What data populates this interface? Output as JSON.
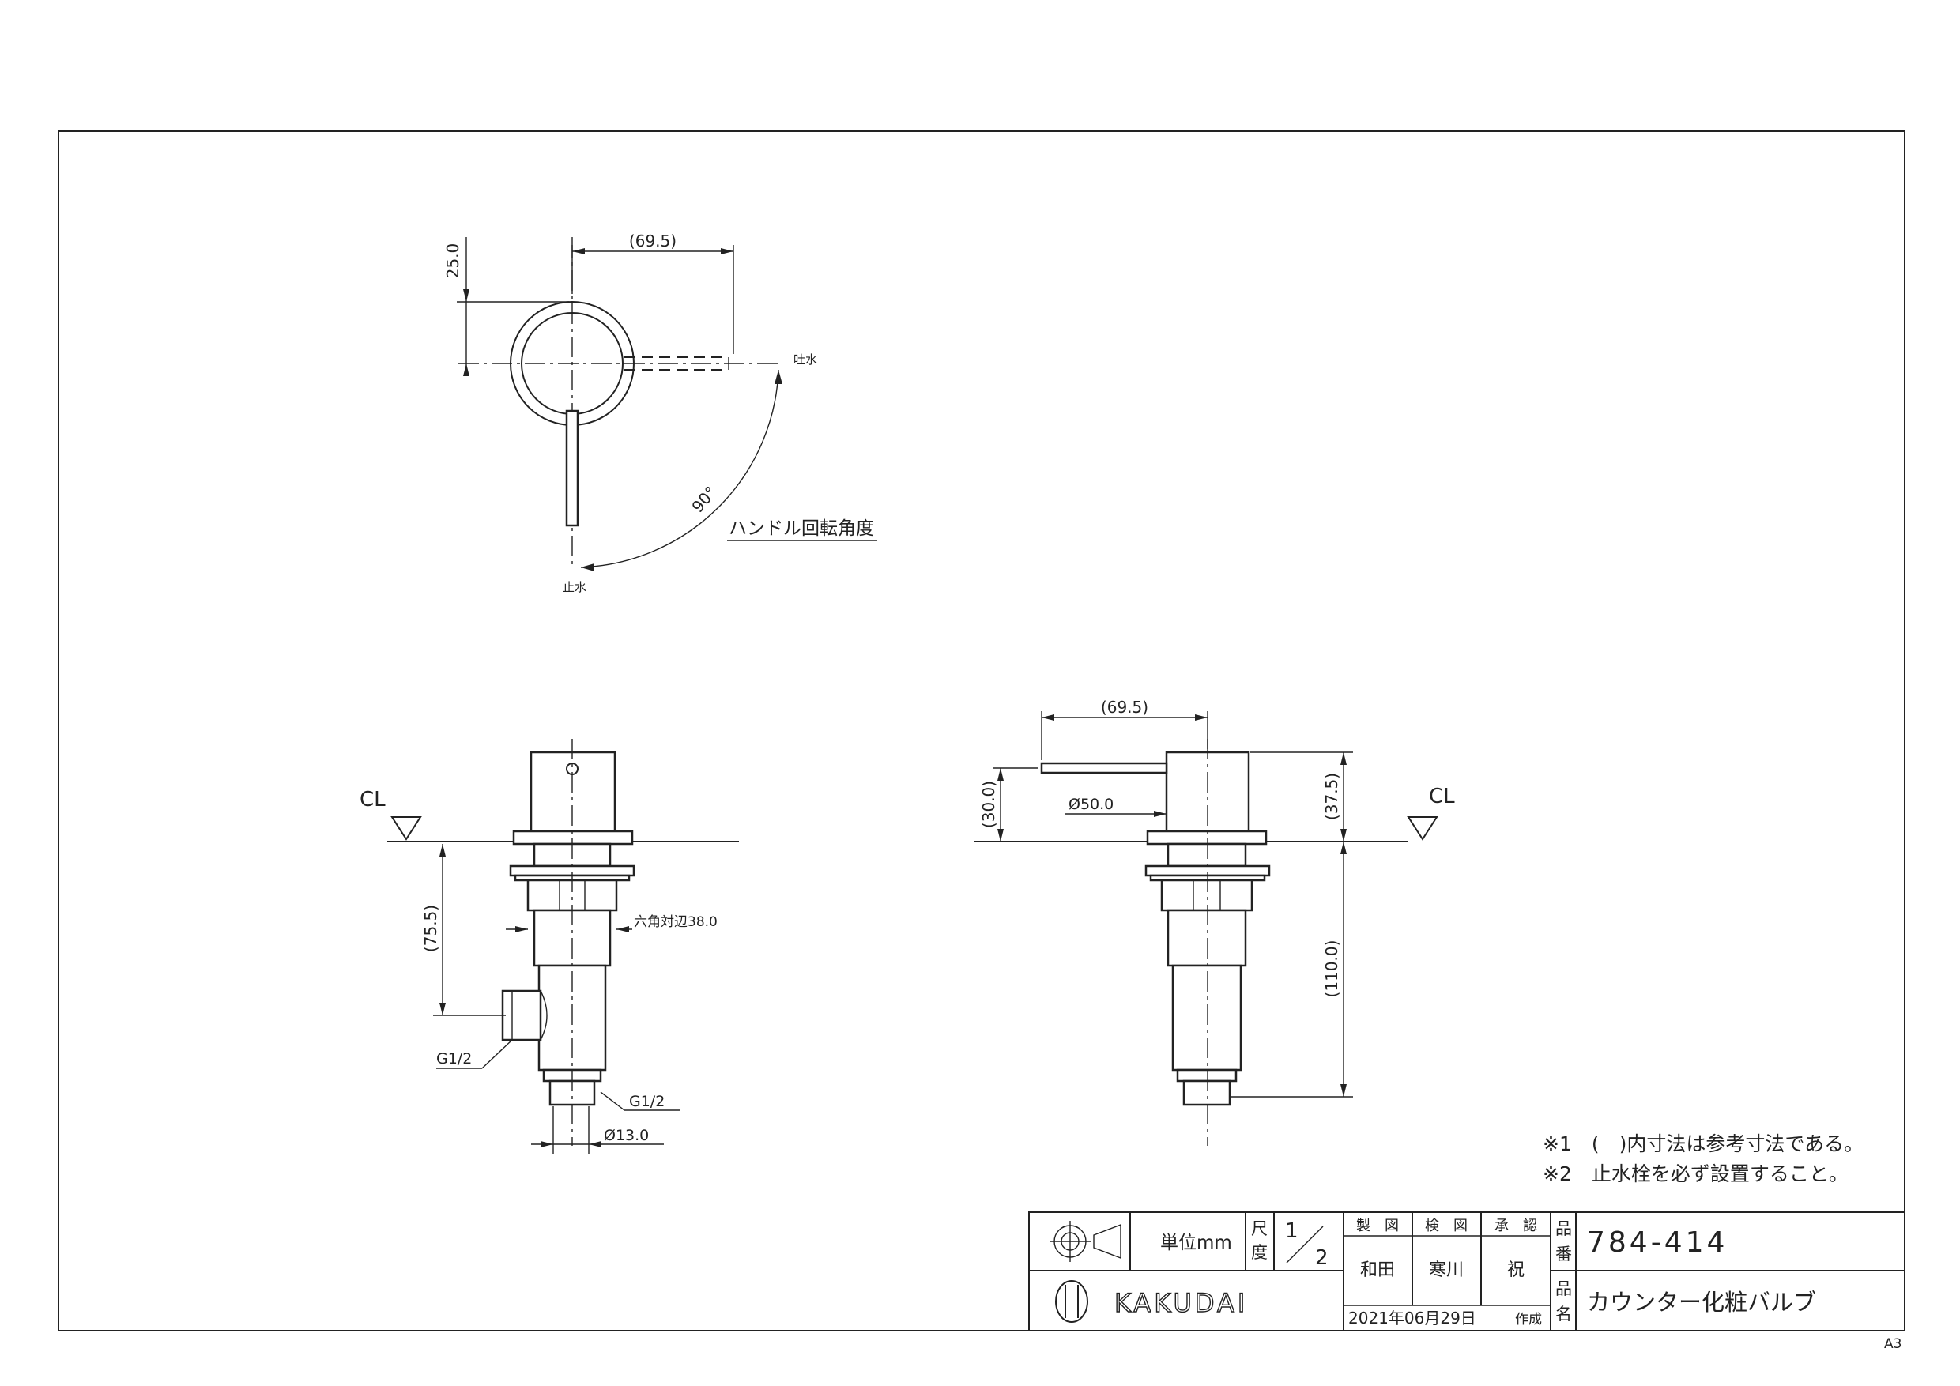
{
  "top_view": {
    "dim_width": "(69.5)",
    "dim_height": "25.0",
    "label_spout": "吐水",
    "label_stop": "止水",
    "angle": "90°",
    "rotation_label": "ハンドル回転角度"
  },
  "front_view": {
    "cl": "CL",
    "dim_height": "(75.5)",
    "hex": "六角対辺38.0",
    "thread_side": "G1/2",
    "thread_bottom": "G1/2",
    "dia_bottom": "Ø13.0"
  },
  "side_view": {
    "cl": "CL",
    "dim_width": "(69.5)",
    "dim_handle": "(30.0)",
    "dia_body": "Ø50.0",
    "dim_top": "(37.5)",
    "dim_bottom": "(110.0)"
  },
  "notes": [
    "※1　(　)内寸法は参考寸法である。",
    "※2　止水栓を必ず設置すること。"
  ],
  "title_block": {
    "unit": "単位mm",
    "scale_label_1": "尺",
    "scale_label_2": "度",
    "scale_num": "1",
    "scale_den": "2",
    "made_label": "製　図",
    "checked_label": "検　図",
    "approved_label": "承　認",
    "made_by": "和田",
    "checked_by": "寒川",
    "approved_by": "祝",
    "brand": "KAKUDAI",
    "date": "2021年06月29日",
    "created_label": "作成",
    "part_no_label_1": "品",
    "part_no_label_2": "番",
    "part_no": "784-414",
    "name_label_1": "品",
    "name_label_2": "名",
    "product_name": "カウンター化粧バルブ"
  },
  "sheet_size": "A3"
}
